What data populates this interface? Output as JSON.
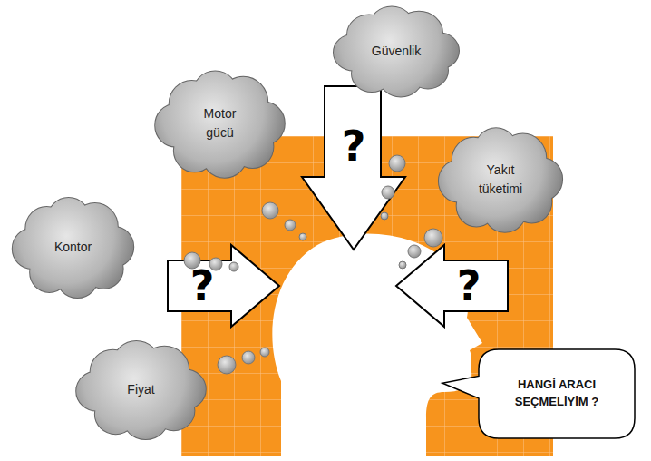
{
  "diagram": {
    "nodes": [
      {
        "text": [
          "Güvenlik"
        ]
      },
      {
        "text": [
          "Motor gücü"
        ]
      },
      {
        "text": [
          "Yakıt tüketimi"
        ]
      },
      {
        "text": [
          "Kontor"
        ]
      },
      {
        "text": [
          "Fiyat"
        ]
      },
      {
        "text": [
          "HANGİ ARACI SEÇMELİYİM ?"
        ]
      }
    ],
    "labels": [
      "?",
      "?",
      "?"
    ]
  }
}
